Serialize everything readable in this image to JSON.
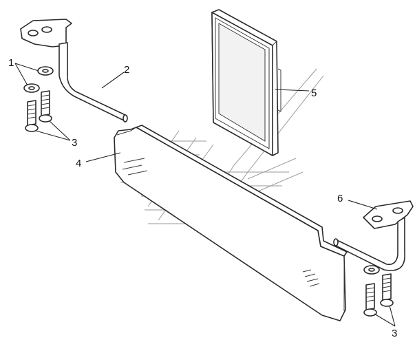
{
  "callouts": {
    "c1": "1",
    "c2": "2",
    "c3a": "3",
    "c3b": "3",
    "c4": "4",
    "c5": "5",
    "c6": "6"
  },
  "colors": {
    "line": "#2a2a2a",
    "watermark": "#9a9a9a",
    "background": "#ffffff"
  }
}
